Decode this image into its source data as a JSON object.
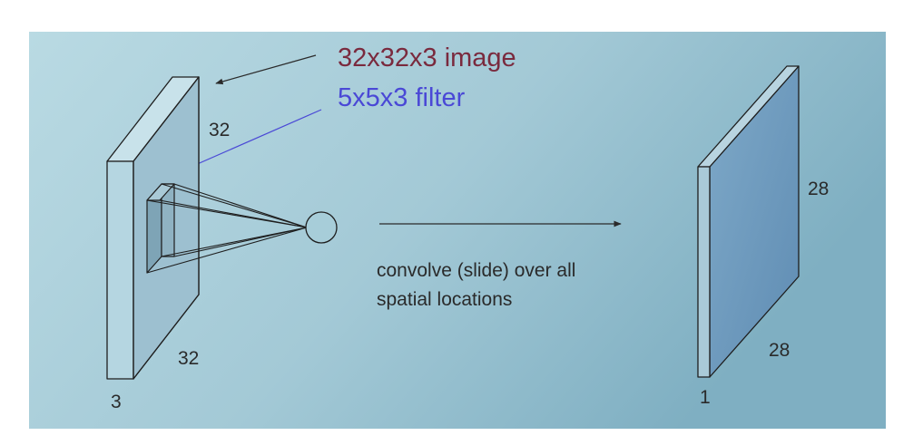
{
  "title_image": "32x32x3 image",
  "title_filter": "5x5x3 filter",
  "colors": {
    "image_label": "#7a2a3e",
    "filter_label": "#4a48d6",
    "slide_bg_light": "#b4d6e0",
    "slide_bg_dark": "#7fb1c4",
    "input_face": "#9cc2d2",
    "output_face": "#6f9cbf",
    "stroke": "#1e1e1e"
  },
  "input_volume": {
    "height_label": "32",
    "width_label": "32",
    "depth_label": "3"
  },
  "process_caption": {
    "line1": "convolve (slide) over all",
    "line2": "spatial locations"
  },
  "output_volume": {
    "height_label": "28",
    "width_label": "28",
    "depth_label": "1"
  }
}
